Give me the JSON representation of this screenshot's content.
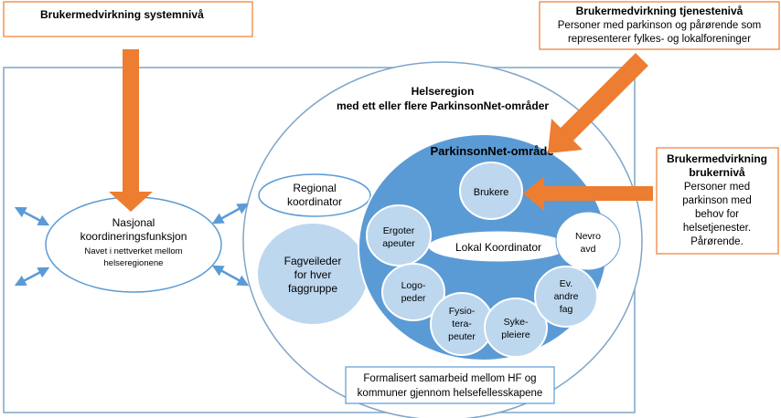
{
  "colors": {
    "frame": "#7fa5c8",
    "arrow_orange": "#ed7d31",
    "box_border": "#ed7d31",
    "big_circle_fill": "#5b9bd5",
    "pale_fill": "#bdd7ee",
    "blue_arrow": "#5b9bd5",
    "text": "#000000"
  },
  "system_box": {
    "title": "Brukermedvirkning systemnivå"
  },
  "service_box": {
    "title": "Brukermedvirkning tjenestenivå",
    "line1": "Personer med parkinson og pårørende som",
    "line2": "representerer fylkes- og lokalforeninger"
  },
  "user_box": {
    "title1": "Brukermedvirkning",
    "title2": "brukernivå",
    "line1": "Personer med",
    "line2": "parkinson med",
    "line3": "behov for",
    "line4": "helsetjenester.",
    "line5": "Pårørende."
  },
  "national": {
    "line1": "Nasjonal",
    "line2": "koordineringsfunksjon",
    "line3": "Navet i nettverket mellom",
    "line4": "helseregionene"
  },
  "health_region": {
    "line1": "Helseregion",
    "line2": "med ett eller flere ParkinsonNet-områder"
  },
  "regional_coordinator": {
    "line1": "Regional",
    "line2": "koordinator"
  },
  "specialist_advisors": {
    "line1": "Fagveileder",
    "line2": "for hver",
    "line3": "faggruppe"
  },
  "parkinsonnet_area": {
    "title": "ParkinsonNet-område"
  },
  "users_circle": {
    "label": "Brukere"
  },
  "local_coordinator": {
    "label": "Lokal Koordinator"
  },
  "nodes": {
    "ergo": {
      "line1": "Ergoter",
      "line2": "apeuter"
    },
    "logo": {
      "line1": "Logo-",
      "line2": "peder"
    },
    "fysio": {
      "line1": "Fysio-",
      "line2": "tera-",
      "line3": "peuter"
    },
    "syke": {
      "line1": "Syke-",
      "line2": "pleiere"
    },
    "ev": {
      "line1": "Ev.",
      "line2": "andre",
      "line3": "fag"
    },
    "nevro": {
      "line1": "Nevro",
      "line2": "avd"
    }
  },
  "formal_box": {
    "line1": "Formalisert samarbeid mellom HF og",
    "line2": "kommuner gjennom helsefellesskapene"
  }
}
